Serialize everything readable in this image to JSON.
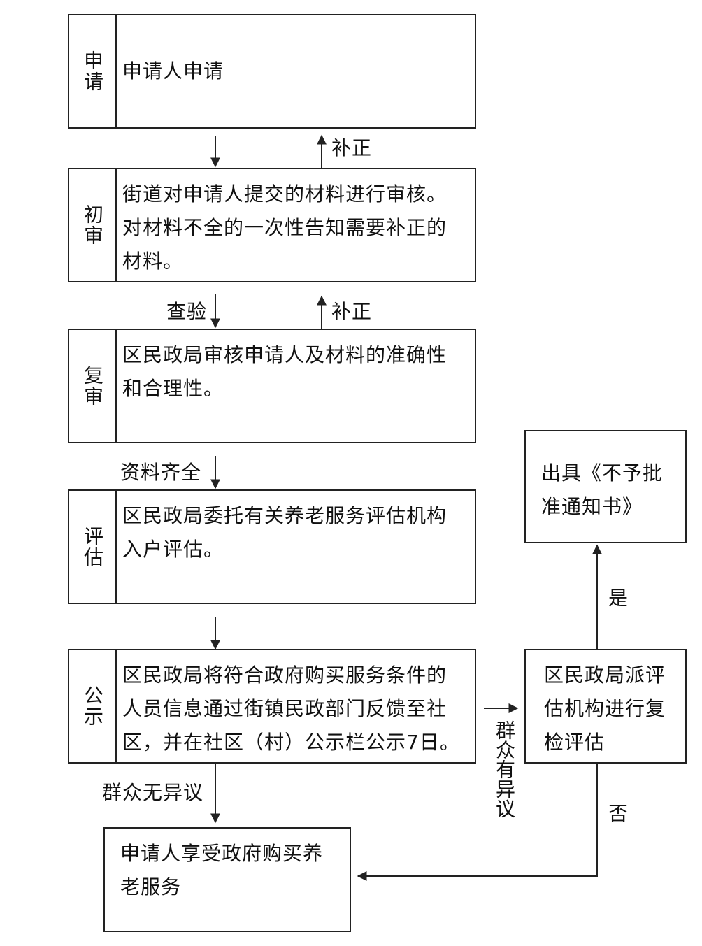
{
  "stages": [
    {
      "side": "申请",
      "text": "申请人申请"
    },
    {
      "side": "初审",
      "text": "街道对申请人提交的材料进行审核。\n对材料不全的一次性告知需要补正的\n材料。"
    },
    {
      "side": "复审",
      "text": "区民政局审核申请人及材料的准确性\n和合理性。"
    },
    {
      "side": "评估",
      "text": "区民政局委托有关养老服务评估机构\n入户评估。"
    },
    {
      "side": "公示",
      "text": "区民政局将符合政府购买服务条件的\n人员信息通过街镇民政部门反馈至社\n区，并在社区（村）公示栏公示7日。"
    }
  ],
  "final_box": {
    "text": "申请人享受政府购买养\n老服务"
  },
  "reject_box": {
    "text": "出具《不予批\n准通知书》"
  },
  "recheck_box": {
    "text": "区民政局派评\n估机构进行复\n检评估"
  },
  "labels": {
    "correct_1": "补正",
    "correct_2": "补正",
    "inspect": "查验",
    "complete": "资料齐全",
    "no_objection": "群众无异议",
    "objection": "群众有异议",
    "yes": "是",
    "no": "否"
  }
}
